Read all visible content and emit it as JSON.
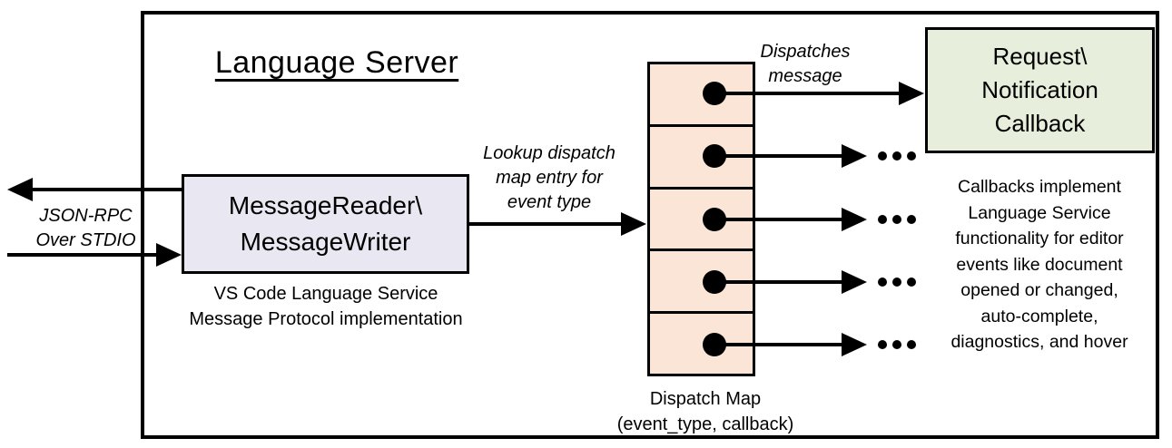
{
  "title": "Language Server",
  "colors": {
    "border": "#000000",
    "reader_fill": "#e9e8f2",
    "dispatch_fill": "#fbe5d6",
    "callback_fill": "#e7efdc"
  },
  "io_label": {
    "lines": [
      "JSON-RPC",
      "Over STDIO"
    ]
  },
  "reader_box": {
    "lines": [
      "MessageReader\\",
      "MessageWriter"
    ]
  },
  "reader_caption": {
    "lines": [
      "VS Code Language Service",
      "Message Protocol implementation"
    ]
  },
  "lookup_label": {
    "lines": [
      "Lookup dispatch",
      "map entry for",
      "event type"
    ]
  },
  "dispatches_label": {
    "lines": [
      "Dispatches",
      "message"
    ]
  },
  "callback_box": {
    "lines": [
      "Request\\",
      "Notification",
      "Callback"
    ]
  },
  "callback_note": {
    "lines": [
      "Callbacks implement",
      "Language Service",
      "functionality for editor",
      "events like document",
      "opened or changed,",
      "auto-complete,",
      "diagnostics, and hover"
    ]
  },
  "dispatch_map": {
    "row_count": 5,
    "caption_lines": [
      "Dispatch Map",
      "(event_type, callback)"
    ]
  }
}
